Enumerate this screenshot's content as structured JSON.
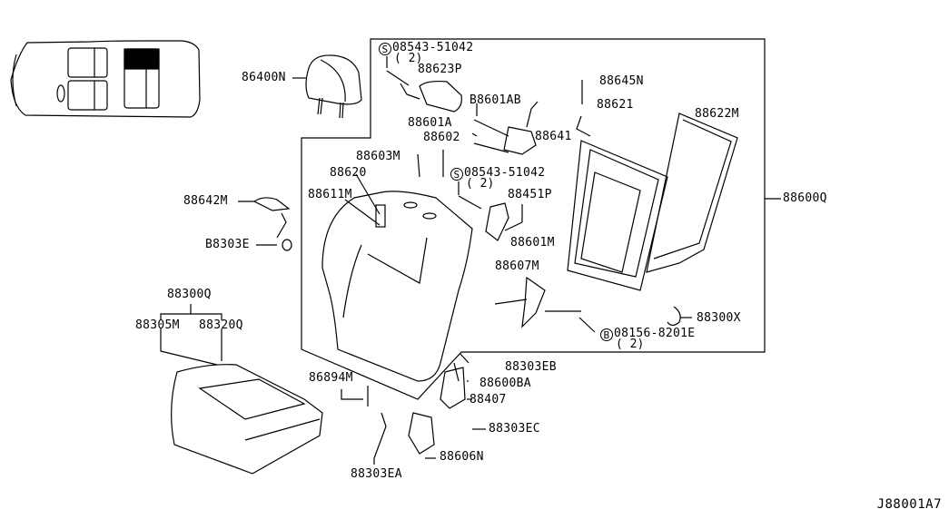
{
  "diagram": {
    "diagram_code": "J88001A7",
    "vehicle_locator": {
      "highlighted_seat": "rear-right",
      "description": "vehicle top view with seat position indicator"
    },
    "labels": {
      "p86400N": "86400N",
      "p08543_top": "08543-51042",
      "p08543_top_qty": "( 2)",
      "p88623P": "88623P",
      "p88601AB": "B8601AB",
      "p88601A": "88601A",
      "p88602": "88602",
      "p88603M": "88603M",
      "p88641": "88641",
      "p88645N": "88645N",
      "p88621": "88621",
      "p88622M": "88622M",
      "p88620": "88620",
      "p88611M": "88611M",
      "p08543_mid": "08543-51042",
      "p08543_mid_qty": "( 2)",
      "p88451P": "88451P",
      "p88601M": "88601M",
      "p88600Q": "88600Q",
      "p88642M": "88642M",
      "p88303E": "B8303E",
      "p88607M": "88607M",
      "p08156": "08156-8201E",
      "p08156_qty": "( 2)",
      "p88300X": "88300X",
      "p88300Q": "88300Q",
      "p88305M": "88305M",
      "p88320Q": "88320Q",
      "p88303EB": "88303EB",
      "p88600BA": "88600BA",
      "p88894M": "86894M",
      "p88407": "88407",
      "p88303EC": "88303EC",
      "p88606N": "88606N",
      "p88303EA": "88303EA"
    },
    "symbols": {
      "screw": "S",
      "bolt": "B"
    }
  }
}
